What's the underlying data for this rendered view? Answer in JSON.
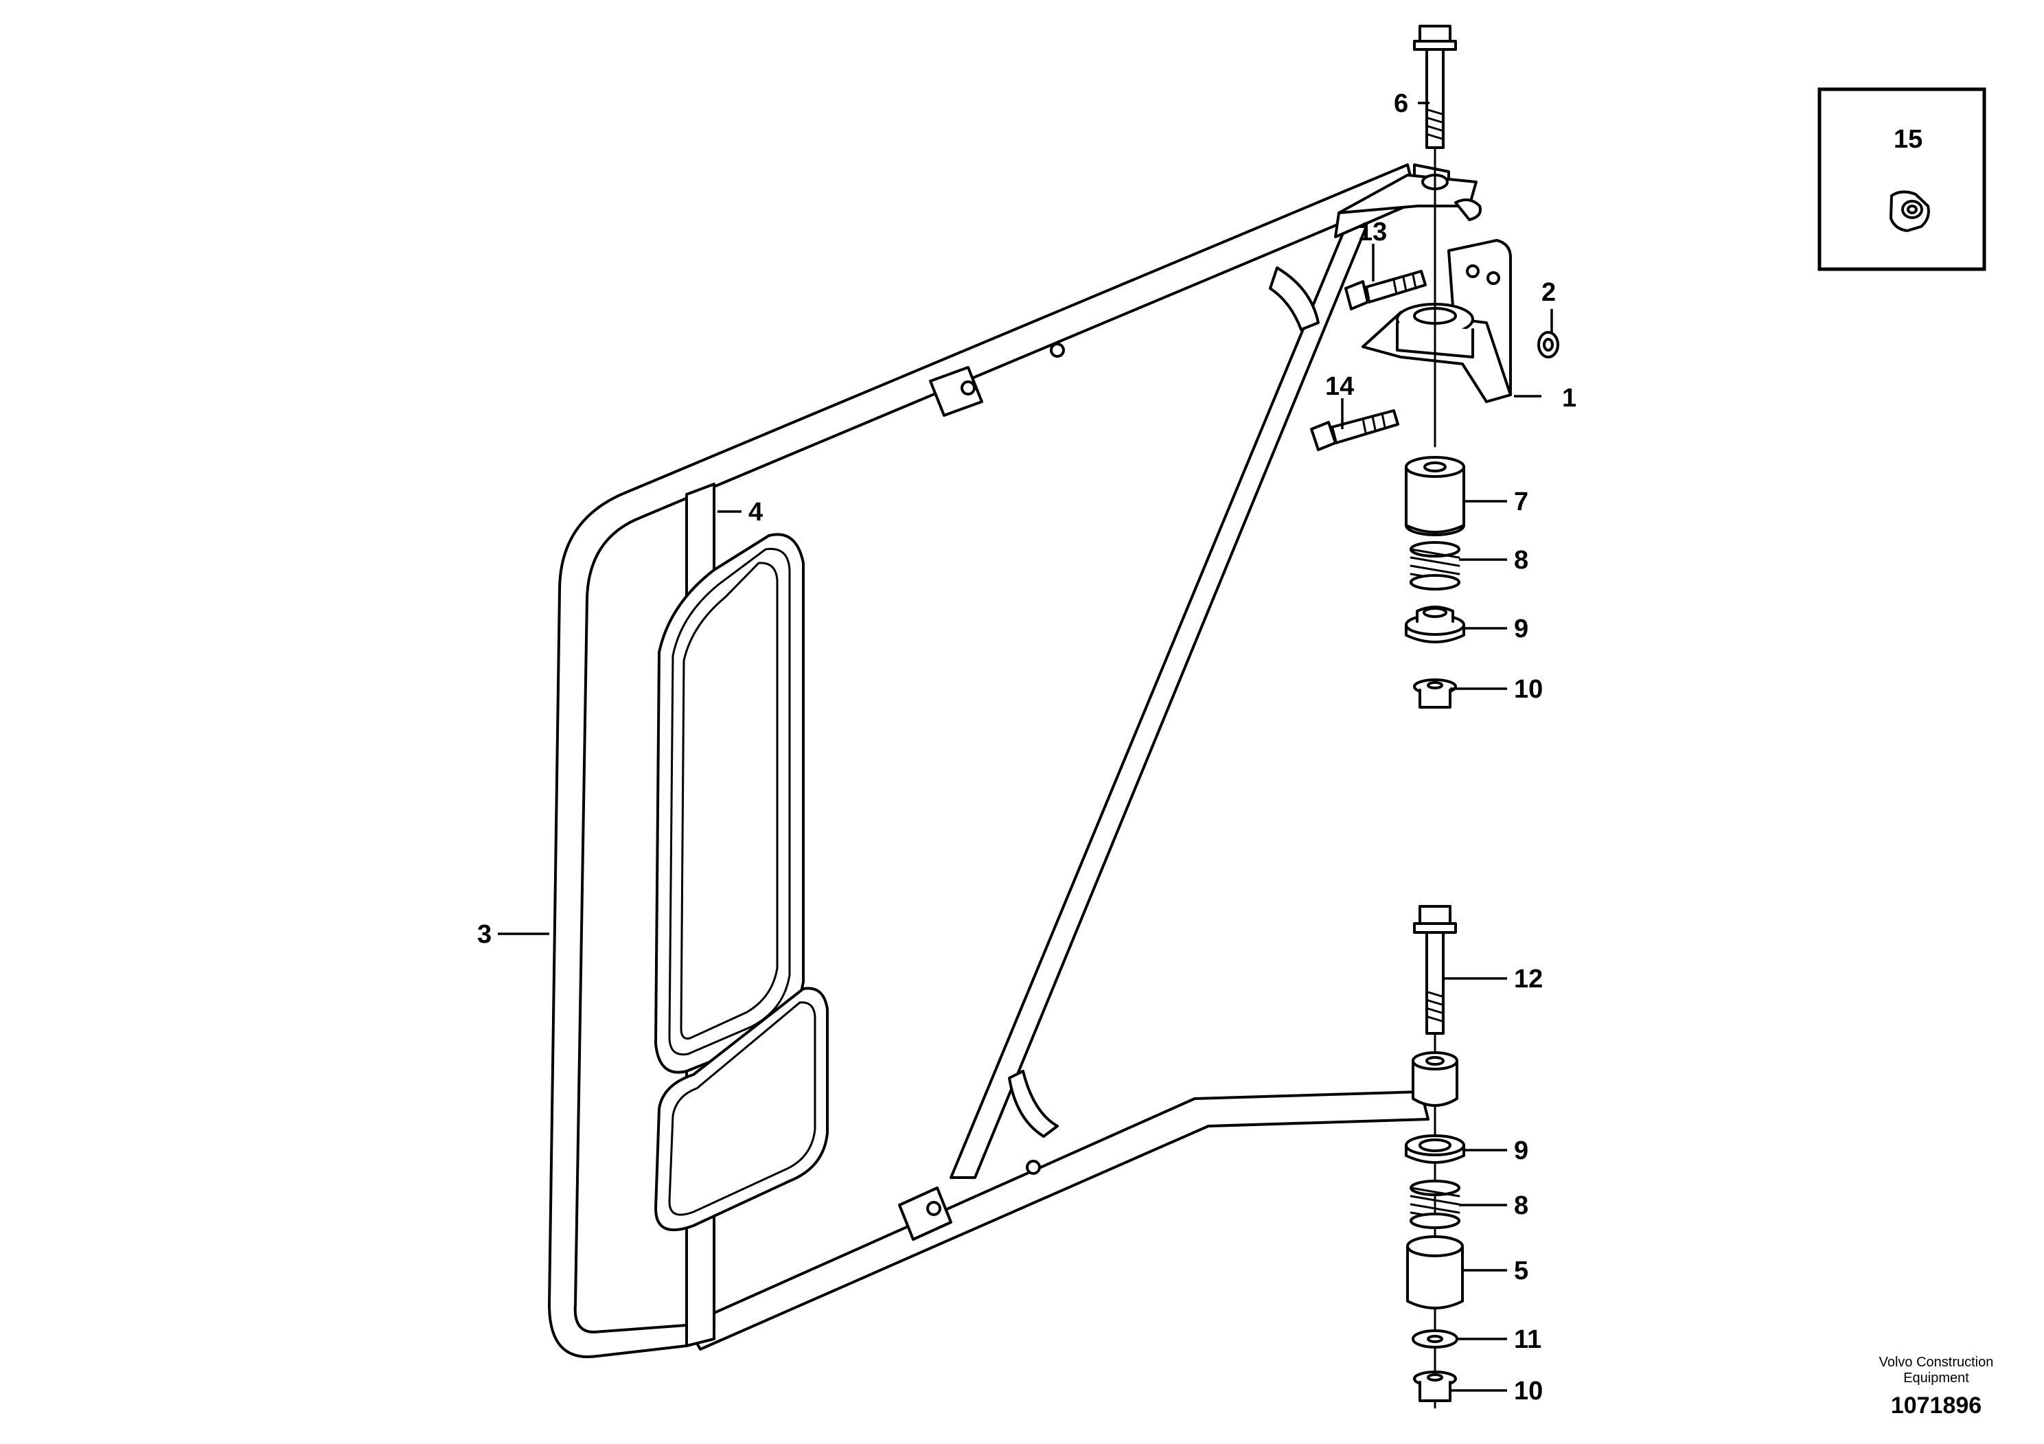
{
  "callouts": {
    "c1": "1",
    "c2": "2",
    "c3": "3",
    "c4": "4",
    "c5": "5",
    "c6": "6",
    "c7": "7",
    "c8_top": "8",
    "c8_bottom": "8",
    "c9_top": "9",
    "c9_bottom": "9",
    "c10_top": "10",
    "c10_bottom": "10",
    "c11": "11",
    "c12": "12",
    "c13": "13",
    "c14": "14",
    "c15": "15"
  },
  "brand": {
    "line1": "Volvo Construction",
    "line2": "Equipment",
    "doc_number": "1071896"
  }
}
